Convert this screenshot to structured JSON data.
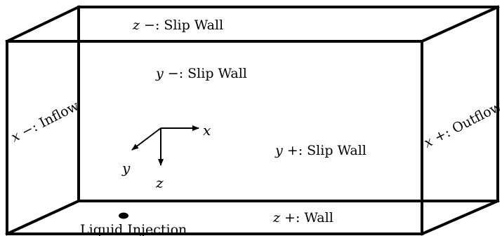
{
  "colors": {
    "line": "#000000",
    "background": "#ffffff"
  },
  "faces": {
    "z_minus": {
      "var": "z",
      "sign": " −",
      "rest": ": Slip Wall"
    },
    "y_minus": {
      "var": "y",
      "sign": " −",
      "rest": ": Slip Wall"
    },
    "y_plus": {
      "var": "y",
      "sign": " +",
      "rest": ": Slip Wall"
    },
    "z_plus": {
      "var": "z",
      "sign": " +",
      "rest": ": Wall"
    },
    "x_minus": {
      "var": "x",
      "sign": " −",
      "rest": ": Inflow"
    },
    "x_plus": {
      "var": "x",
      "sign": " +",
      "rest": ": Outflow"
    }
  },
  "injection": {
    "label": "Liquid Injection"
  },
  "axes": {
    "x": "x",
    "y": "y",
    "z": "z"
  }
}
